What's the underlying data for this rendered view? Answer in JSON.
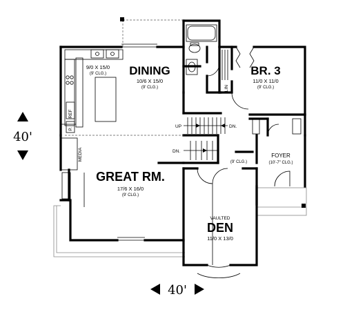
{
  "rooms": {
    "kitchen": {
      "dims": "9/0 X 15/0",
      "clg": "(9' CLG.)"
    },
    "dining": {
      "name": "DINING",
      "dims": "10/6 X 15/0",
      "clg": "(9' CLG.)"
    },
    "br3": {
      "name": "BR. 3",
      "dims": "11/0 X 11/0",
      "clg": "(9' CLG.)"
    },
    "great": {
      "name": "GREAT RM.",
      "dims": "17/6 X 16/0",
      "clg": "(9' CLG.)"
    },
    "den": {
      "top": "VAULTED",
      "name": "DEN",
      "dims": "11/0 X 13/0"
    },
    "foyer": {
      "name": "FOYER",
      "clg": "(10'-7\" CLG.)"
    },
    "stair": {
      "clg": "(9' CLG.)"
    }
  },
  "labels": {
    "ref": "REF",
    "pantry": "P.",
    "media": "MEDIA",
    "lin": "LIN",
    "up": "UP",
    "dn_right": "DN.",
    "dn_lower": "DN."
  },
  "dimensions": {
    "vertical": "40'",
    "horizontal": "40'"
  }
}
